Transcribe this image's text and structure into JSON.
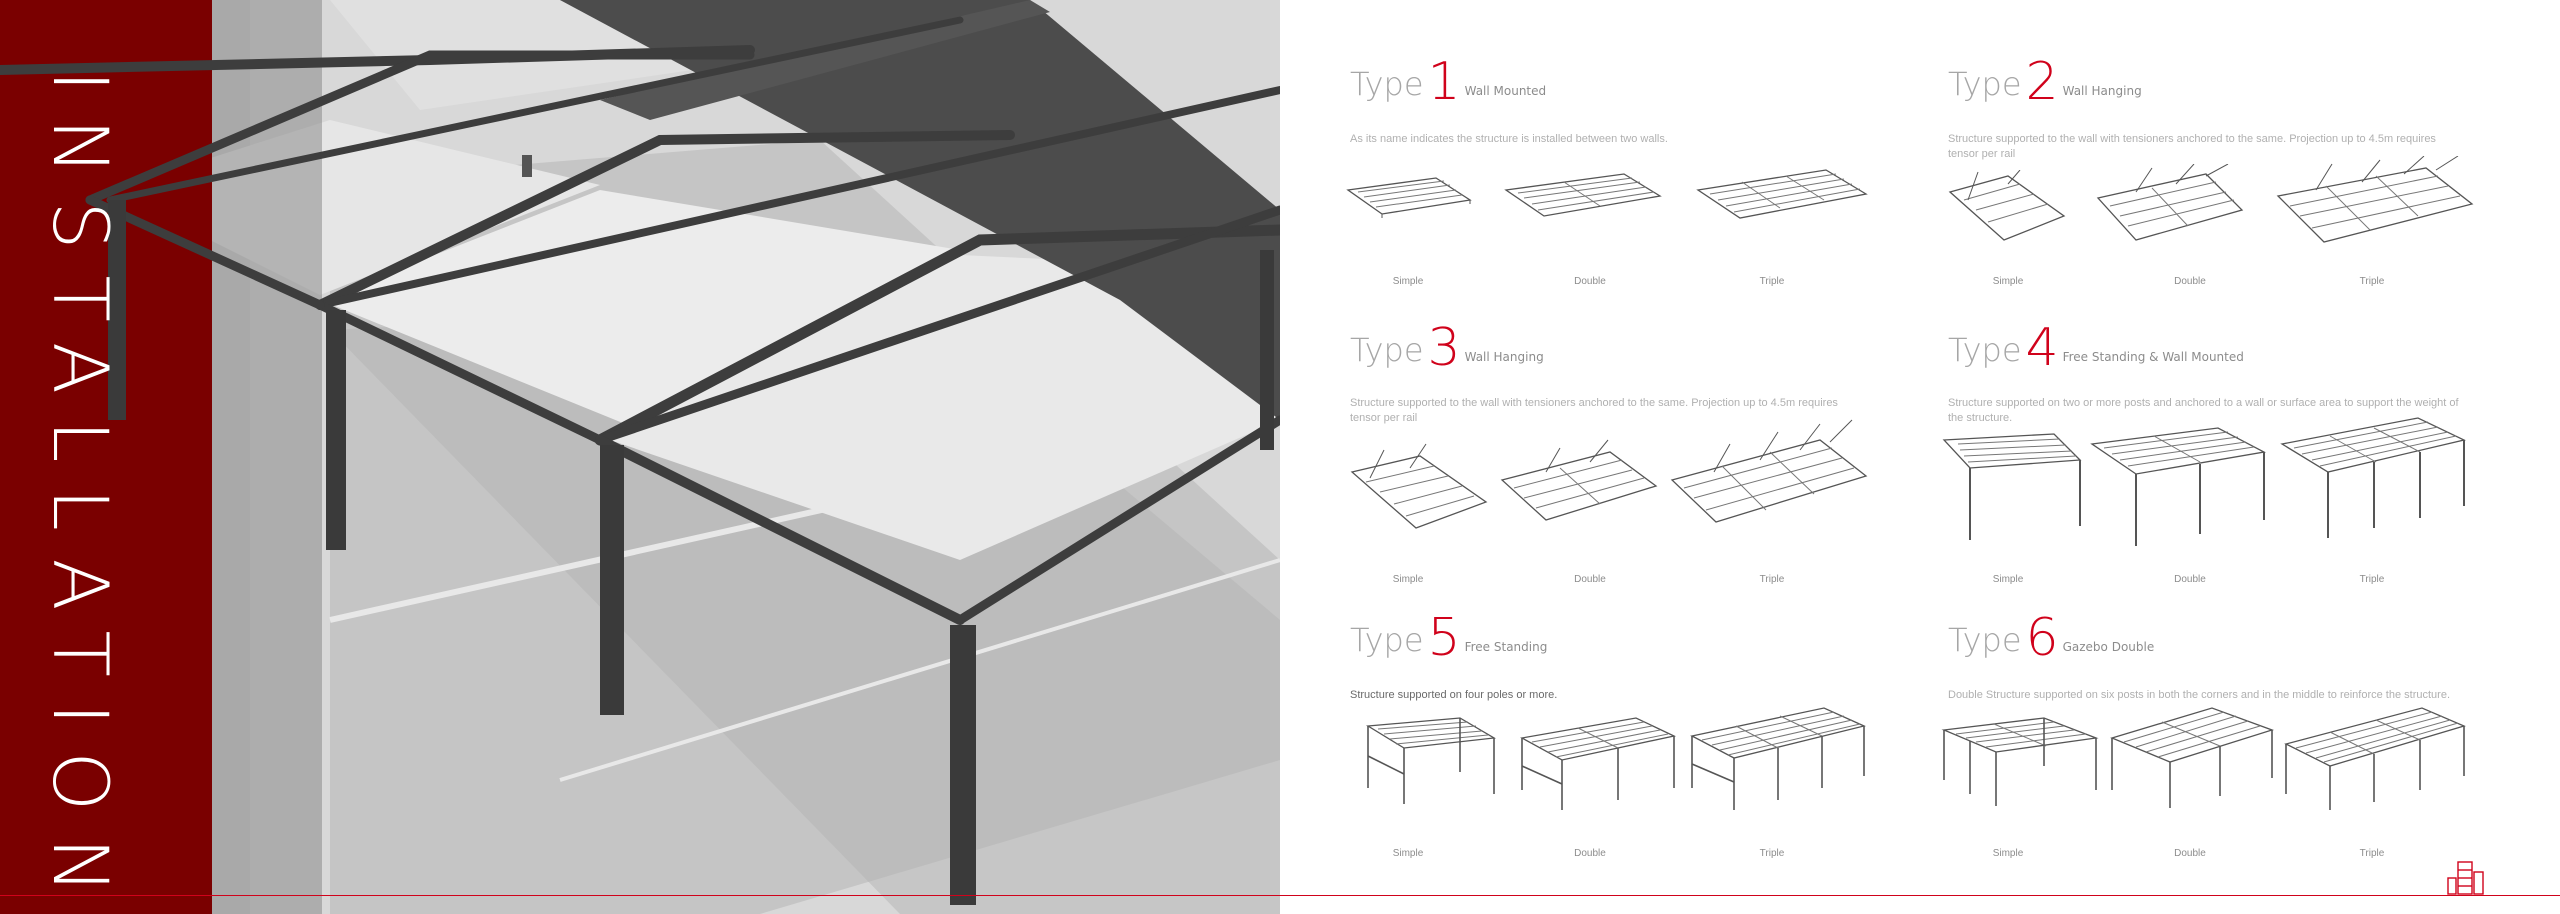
{
  "side_title": "INSTALLATION",
  "colors": {
    "accent": "#d0021b",
    "dark_red": "#7a0000",
    "steel": "#4a4a4a",
    "floor": "#d4d4d4"
  },
  "types": [
    {
      "word": "Type",
      "number": "1",
      "subtitle": "Wall Mounted",
      "description": "As its name indicates the structure is installed between two walls.",
      "captions": [
        "Simple",
        "Double",
        "Triple"
      ]
    },
    {
      "word": "Type",
      "number": "2",
      "subtitle": "Wall Hanging",
      "description": "Structure supported to the wall with tensioners anchored to the same. Projection up to 4.5m requires tensor per rail",
      "captions": [
        "Simple",
        "Double",
        "Triple"
      ]
    },
    {
      "word": "Type",
      "number": "3",
      "subtitle": "Wall Hanging",
      "description": "Structure supported to the wall with tensioners anchored to the same. Projection up to 4.5m requires tensor per rail",
      "captions": [
        "Simple",
        "Double",
        "Triple"
      ]
    },
    {
      "word": "Type",
      "number": "4",
      "subtitle": "Free Standing & Wall Mounted",
      "description": "Structure supported on two or more posts and anchored to a wall or surface area to support the weight of the structure.",
      "captions": [
        "Simple",
        "Double",
        "Triple"
      ]
    },
    {
      "word": "Type",
      "number": "5",
      "subtitle": "Free Standing",
      "description": "Structure supported on four poles or more.",
      "captions": [
        "Simple",
        "Double",
        "Triple"
      ]
    },
    {
      "word": "Type",
      "number": "6",
      "subtitle": "Gazebo Double",
      "description": "Double Structure supported on six posts in both the corners and in the middle to reinforce the structure.",
      "captions": [
        "Simple",
        "Double",
        "Triple"
      ]
    }
  ]
}
